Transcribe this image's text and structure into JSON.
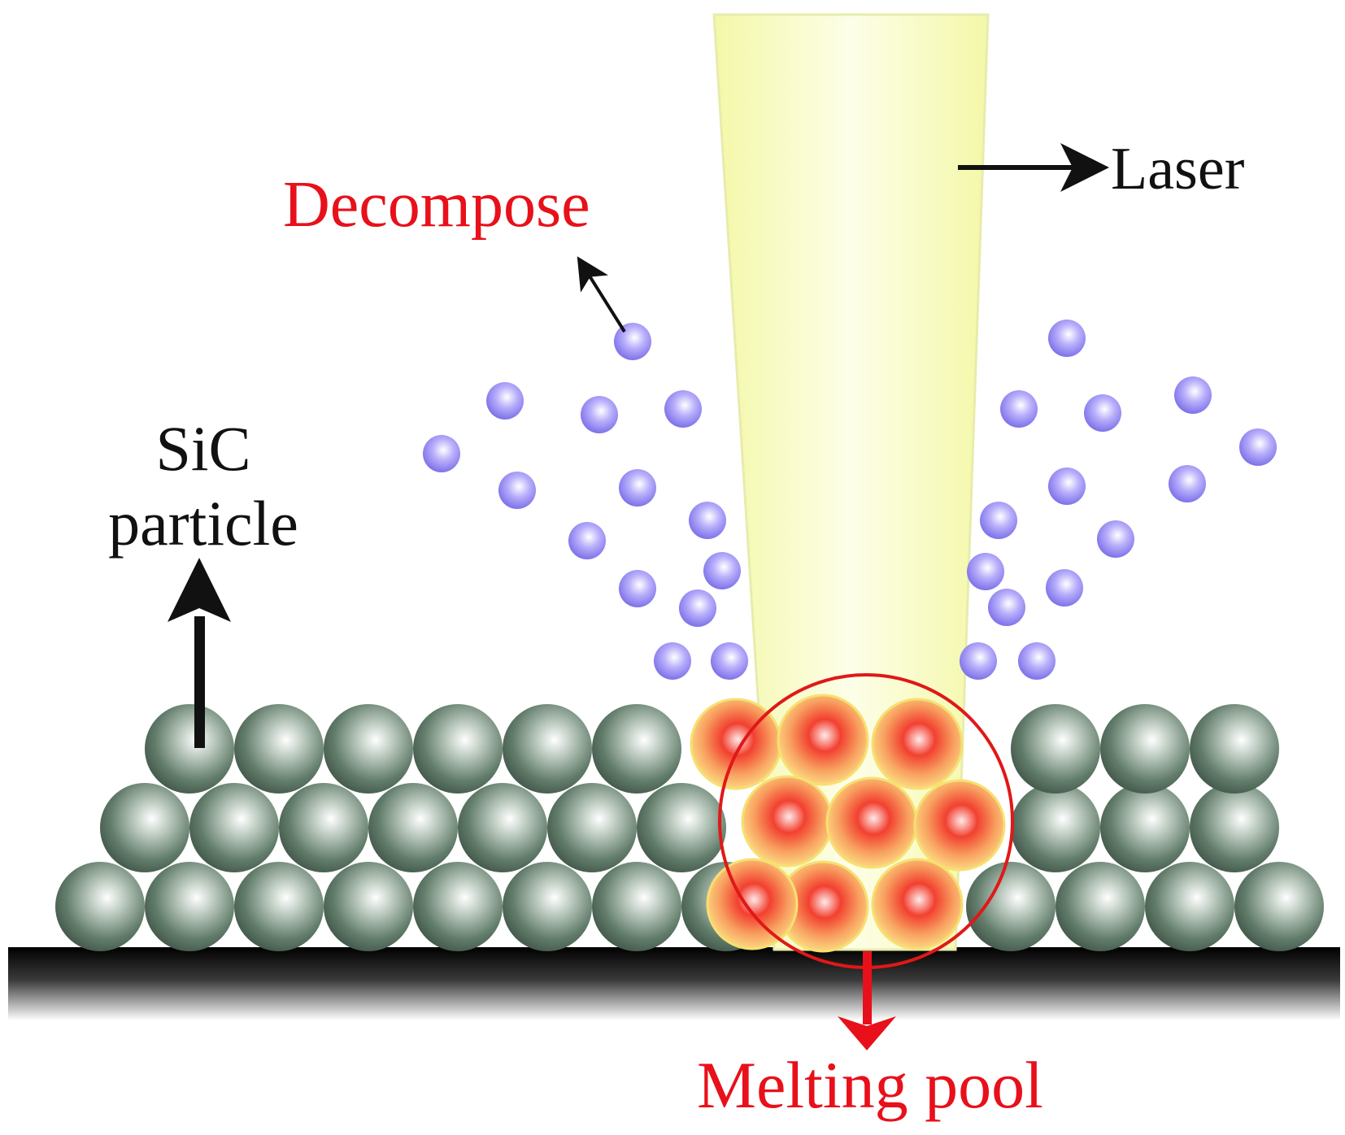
{
  "labels": {
    "laser": "Laser",
    "decompose": "Decompose",
    "sic_line1": "SiC",
    "sic_line2": "particle",
    "melting_pool": "Melting pool"
  },
  "colors": {
    "red_label": "#e8101a",
    "black_label": "#111111",
    "sic_particle": "#5f7a68",
    "decomposed_particle": "#9c8ff0",
    "melted_particle": "#f04030",
    "laser_beam": "#fafcc4",
    "substrate": "#111111",
    "melt_circle": "#e01818"
  }
}
